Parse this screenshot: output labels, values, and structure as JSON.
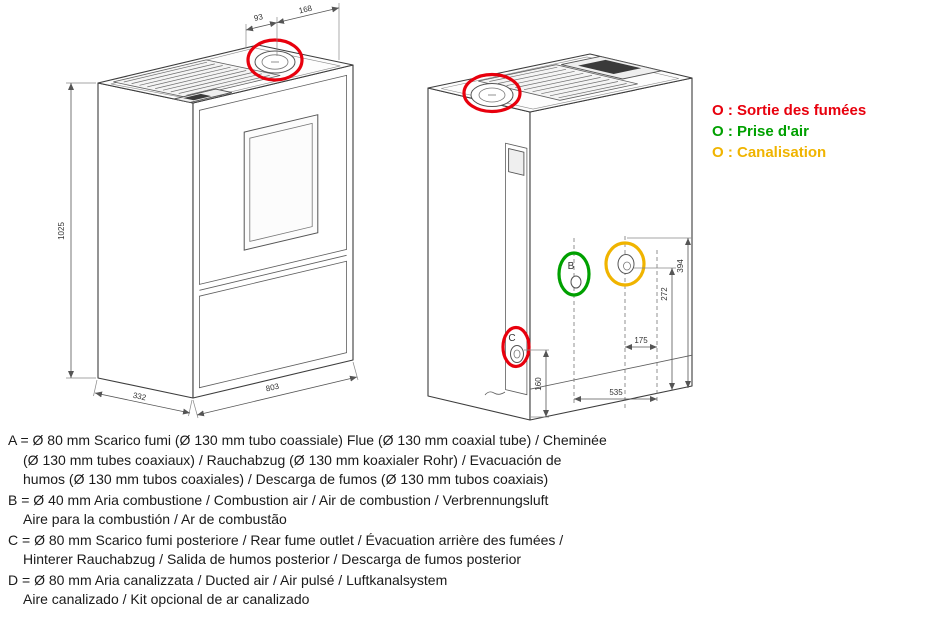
{
  "legend": {
    "items": [
      {
        "text": "O : Sortie des fumées",
        "color": "#e8000d"
      },
      {
        "text": "O : Prise d'air",
        "color": "#00a000"
      },
      {
        "text": "O : Canalisation",
        "color": "#f0b400"
      }
    ]
  },
  "dimensions": {
    "left_view": {
      "flue_offset_a": "93",
      "flue_offset_b": "168",
      "height": "1025",
      "width": "803",
      "depth": "332"
    },
    "right_view": {
      "outlet_d_height": "394",
      "outlet_b_height": "272",
      "outlet_d_offset": "175",
      "outlet_b_offset": "535",
      "outlet_c_height": "160"
    }
  },
  "callouts": {
    "b": "B",
    "c": "C"
  },
  "notes": {
    "items": [
      {
        "text": "A = Ø 80 mm Scarico fumi (Ø 130 mm tubo coassiale) Flue (Ø 130 mm coaxial tube) / Cheminée\n(Ø 130 mm tubes coaxiaux) / Rauchabzug (Ø 130 mm koaxialer Rohr) / Evacuación de\nhumos (Ø 130 mm tubos coaxiales) / Descarga de fumos (Ø 130 mm tubos coaxiais)"
      },
      {
        "text": "B = Ø 40 mm Aria combustione / Combustion air / Air de combustion / Verbrennungsluft\nAire para la combustión / Ar de combustão"
      },
      {
        "text": "C = Ø 80 mm Scarico fumi posteriore / Rear fume outlet / Évacuation arrière des fumées /\nHinterer Rauchabzug / Salida de humos posterior / Descarga de fumos posterior"
      },
      {
        "text": "D = Ø 80 mm Aria canalizzata / Ducted air / Air pulsé / Luftkanalsystem\nAire canalizado / Kit opcional de ar canalizado"
      }
    ]
  }
}
